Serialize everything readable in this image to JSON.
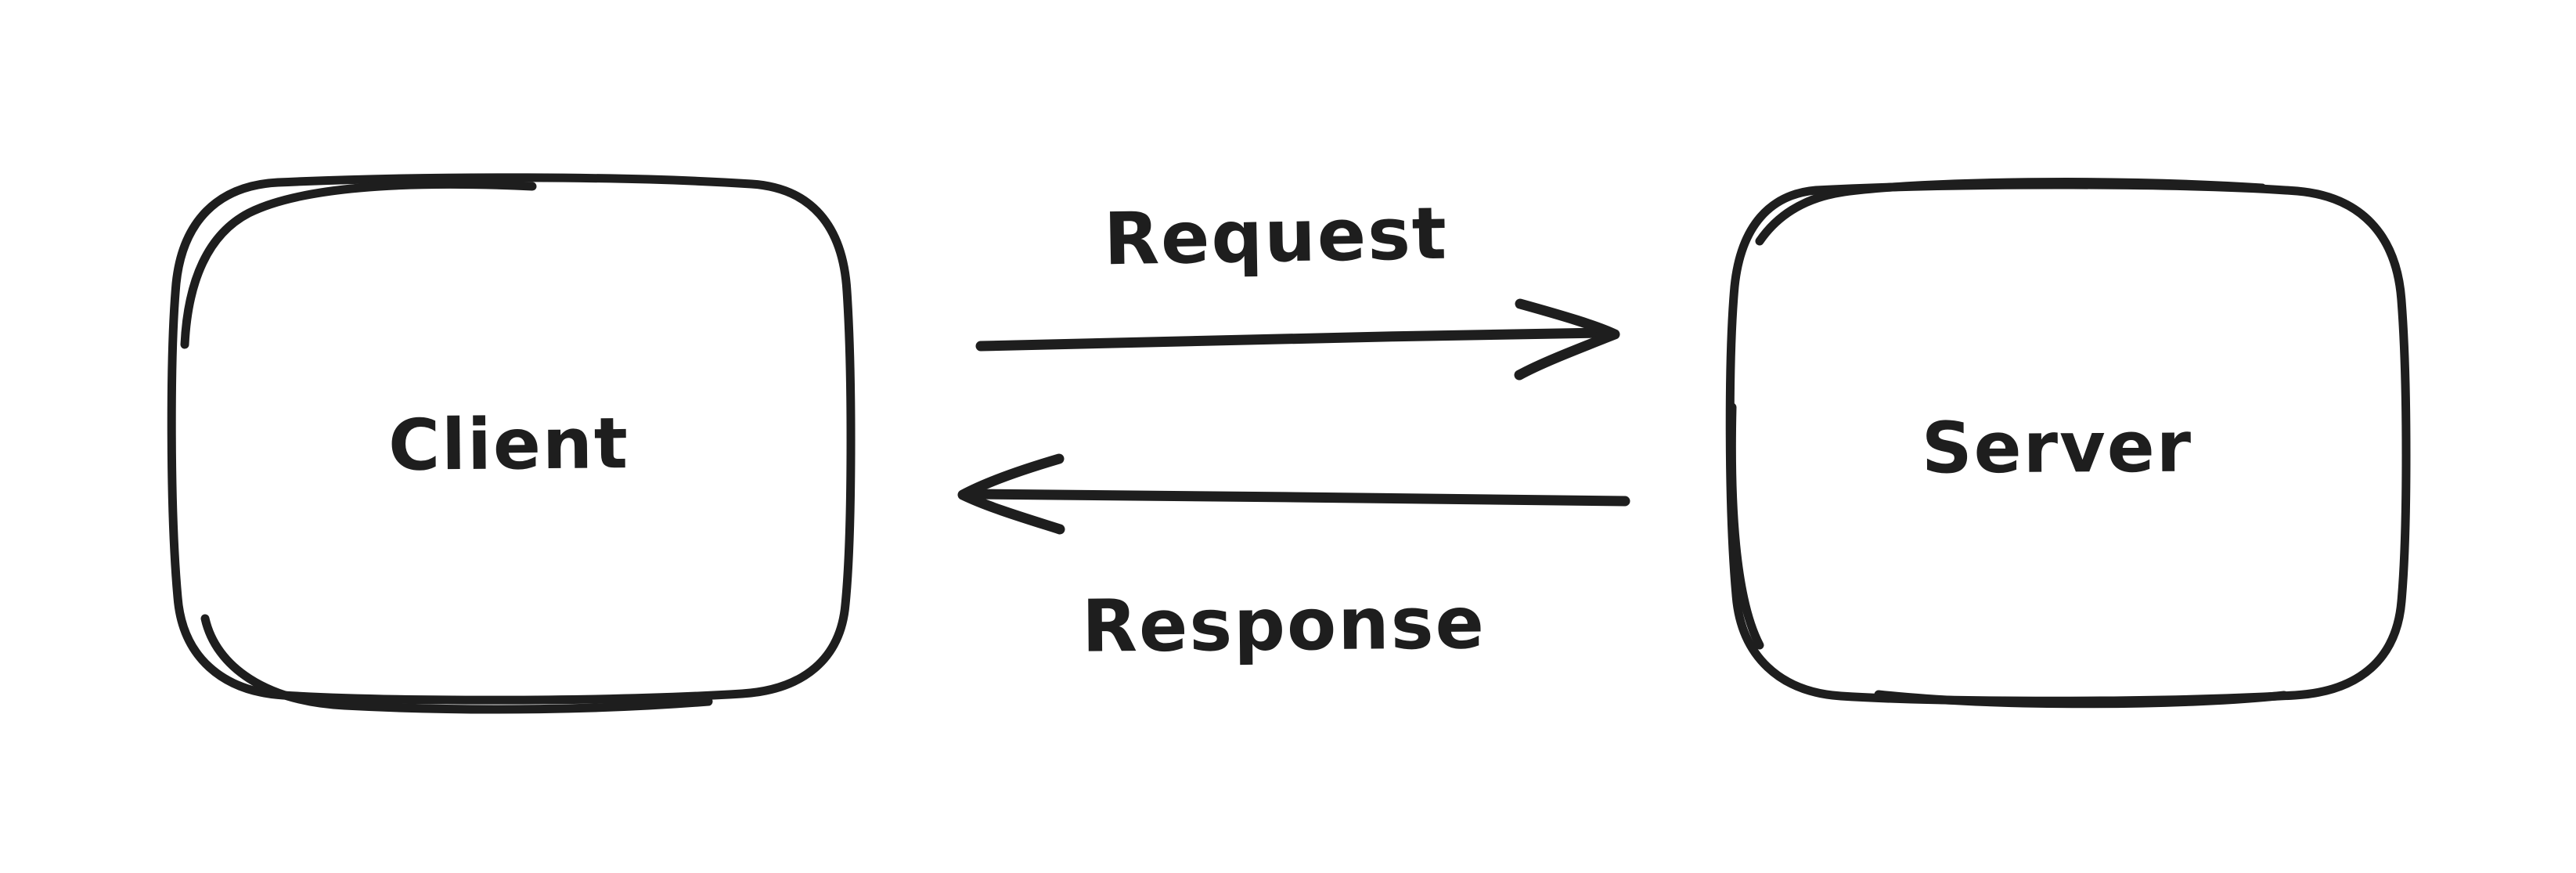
{
  "diagram": {
    "type": "hand-drawn flow diagram",
    "background_color": "#ffffff",
    "stroke_color": "#1e1e1e",
    "nodes": [
      {
        "id": "client",
        "label": "Client",
        "shape": "sketchy-rounded-rectangle"
      },
      {
        "id": "server",
        "label": "Server",
        "shape": "sketchy-rounded-rectangle"
      }
    ],
    "edges": [
      {
        "id": "request",
        "label": "Request",
        "from": "client",
        "to": "server",
        "direction": "left-to-right"
      },
      {
        "id": "response",
        "label": "Response",
        "from": "server",
        "to": "client",
        "direction": "right-to-left"
      }
    ]
  }
}
